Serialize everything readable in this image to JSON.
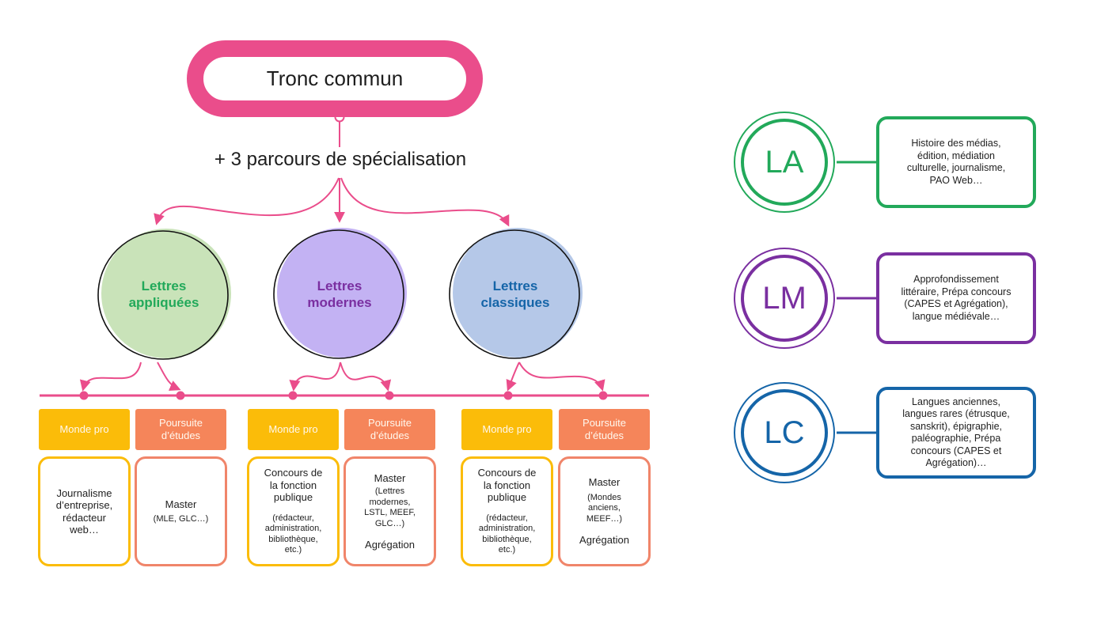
{
  "tronc": {
    "title": "Tronc commun"
  },
  "subtitle": "+ 3 parcours de spécialisation",
  "colors": {
    "pink": "#ea4d8b",
    "green": "#22a95a",
    "purple": "#7a2fa0",
    "blue": "#1565a8",
    "green_fill": "#c9e3b9",
    "purple_fill": "#c3b2f3",
    "blue_fill": "#b5c8e8",
    "pro": "#fbbc09",
    "etudes": "#f5855a"
  },
  "parcours": [
    {
      "label_1": "Lettres",
      "label_2": "appliquées",
      "pro_tag": "Monde pro",
      "etudes_tag_1": "Poursuite",
      "etudes_tag_2": "d’études",
      "pro_card": [
        "Journalisme",
        "d’entreprise,",
        "rédacteur",
        "web…"
      ],
      "etudes_card": {
        "main": "Master",
        "detail": "(MLE, GLC…)"
      }
    },
    {
      "label_1": "Lettres",
      "label_2": "modernes",
      "pro_tag": "Monde pro",
      "etudes_tag_1": "Poursuite",
      "etudes_tag_2": "d’études",
      "pro_card": {
        "main": [
          "Concours de",
          "la fonction",
          "publique"
        ],
        "detail": [
          "(rédacteur,",
          "administration,",
          "bibliothèque,",
          "etc.)"
        ]
      },
      "etudes_card": {
        "main": "Master",
        "detail": [
          "(Lettres",
          "modernes,",
          "LSTL, MEEF,",
          "GLC…)"
        ],
        "extra": "Agrégation"
      }
    },
    {
      "label_1": "Lettres",
      "label_2": "classiques",
      "pro_tag": "Monde pro",
      "etudes_tag_1": "Poursuite",
      "etudes_tag_2": "d’études",
      "pro_card": {
        "main": [
          "Concours de",
          "la fonction",
          "publique"
        ],
        "detail": [
          "(rédacteur,",
          "administration,",
          "bibliothèque,",
          "etc.)"
        ]
      },
      "etudes_card": {
        "main": "Master",
        "detail": [
          "(Mondes",
          "anciens,",
          "MEEF…)"
        ],
        "extra": "Agrégation"
      }
    }
  ],
  "legend": [
    {
      "abbr": "LA",
      "desc": [
        "Histoire des médias,",
        "édition, médiation",
        "culturelle, journalisme,",
        "PAO Web…"
      ]
    },
    {
      "abbr": "LM",
      "desc": [
        "Approfondissement",
        "littéraire, Prépa concours",
        "(CAPES et Agrégation),",
        "langue médiévale…"
      ]
    },
    {
      "abbr": "LC",
      "desc": [
        "Langues anciennes,",
        "langues rares (étrusque,",
        "sanskrit), épigraphie,",
        "paléographie, Prépa",
        "concours (CAPES et",
        "Agrégation)…"
      ]
    }
  ]
}
